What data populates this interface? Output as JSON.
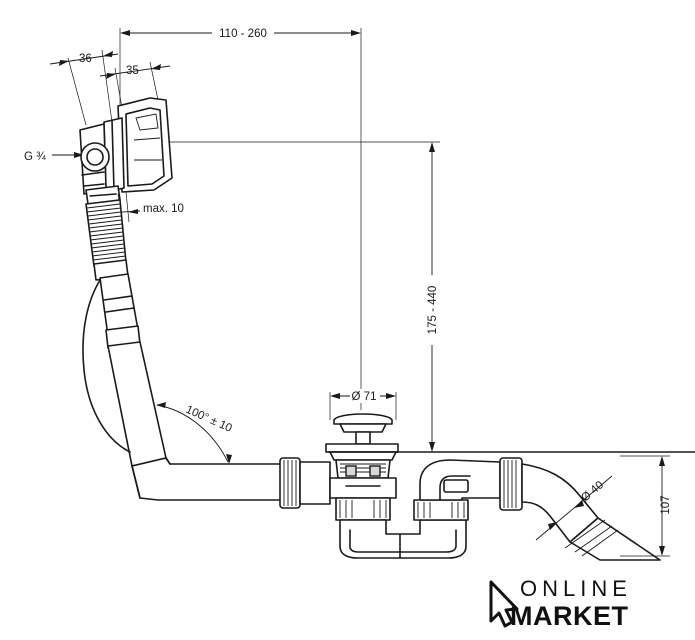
{
  "dimensions": {
    "width_range": "110 - 260",
    "d36": "36",
    "d35": "35",
    "thread": "G ¾",
    "max10": "max. 10",
    "height_range": "175 - 440",
    "dia71": "Ø 71",
    "angle": "100° ± 10",
    "dia40": "Ø 40",
    "d107": "107"
  },
  "logo": {
    "line1": "ONLINE",
    "line2": "MARKET"
  },
  "colors": {
    "ink": "#1a1a1a",
    "background": "#ffffff"
  }
}
